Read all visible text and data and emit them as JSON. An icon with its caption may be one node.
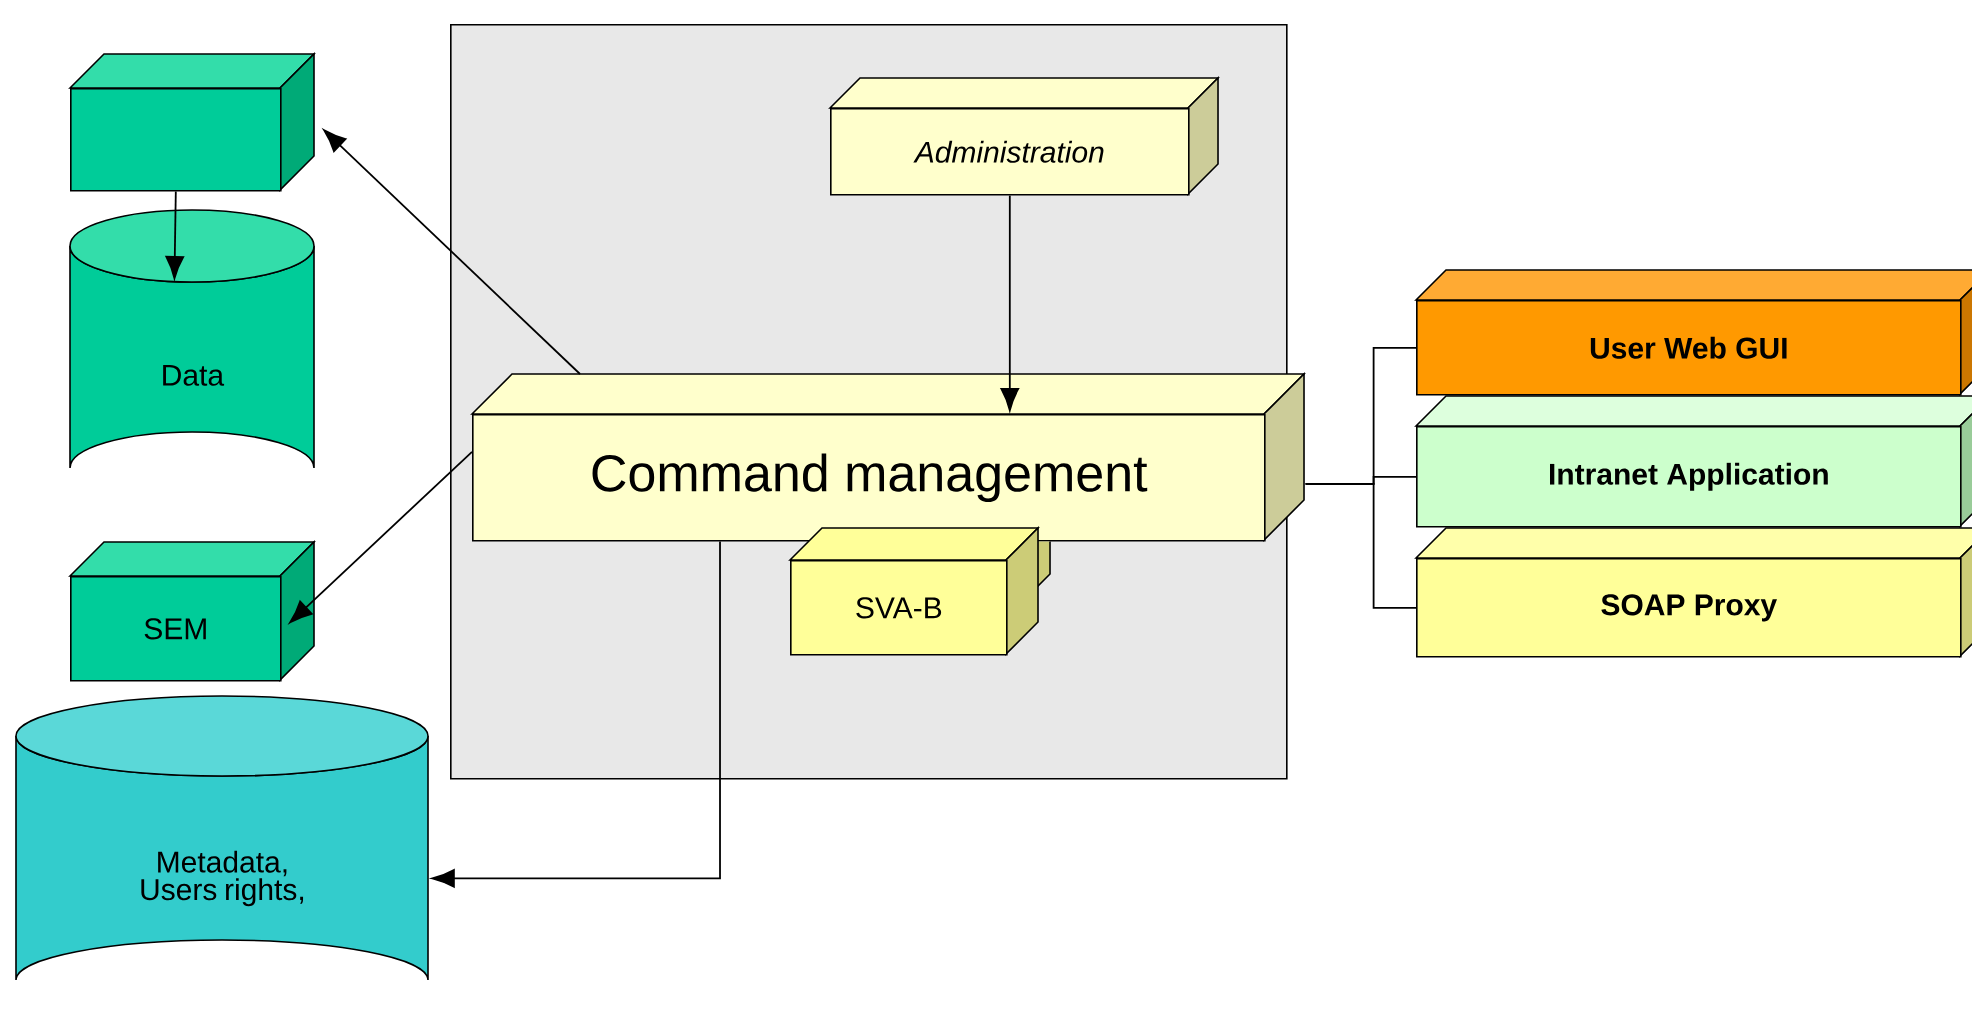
{
  "diagram": {
    "nodes": [
      {
        "text": [],
        "shape": "box"
      },
      {
        "text": [],
        "shape": "box"
      },
      {
        "text": [
          "Data"
        ]
      },
      {
        "text": [
          "SEM"
        ]
      },
      {
        "text": [
          "Metadata, Users rights,"
        ]
      },
      {
        "text": [
          "Administration"
        ],
        "in": 0
      },
      {
        "text": [
          "Command management"
        ],
        "in": 0
      },
      {
        "text": [
          "SVA-B"
        ],
        "in": 0
      },
      {
        "text": [
          "User Web GUI"
        ]
      },
      {
        "text": [
          "Intranet Application"
        ]
      },
      {
        "text": [
          "SOAP Proxy"
        ]
      }
    ],
    "edges": [
      {
        "from": 1,
        "to": 2,
        "arrow": "to"
      },
      {
        "from": 6,
        "to": 1,
        "arrow": "to"
      },
      {
        "from": 6,
        "to": 3,
        "arrow": "to"
      },
      {
        "from": 6,
        "to": 4,
        "arrow": "to"
      },
      {
        "from": 5,
        "to": 6,
        "arrow": "to"
      },
      {
        "from": 6,
        "to": 8,
        "arrow": "none"
      },
      {
        "from": 6,
        "to": 9,
        "arrow": "none"
      },
      {
        "from": 6,
        "to": 10,
        "arrow": "none"
      }
    ]
  }
}
